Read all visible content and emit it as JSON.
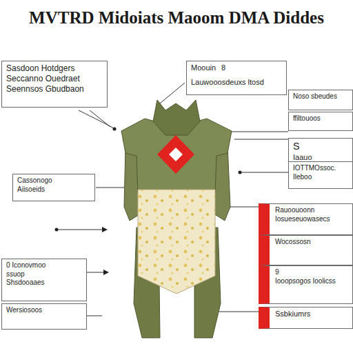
{
  "diagram": {
    "title": "MVTRD Midoiats Maoom DMA Diddes",
    "nodes": [
      {
        "text": [
          "Sasdoon Hotdgers",
          "Seccanno Ouedraet",
          "Seennsos Gbudbaon"
        ]
      },
      {
        "text": [
          "Moouin",
          "8",
          "Lauwooosdeuxs ltosd"
        ]
      },
      {
        "text": [
          "Noso sbeudes"
        ]
      },
      {
        "text": [
          "ffiltouoos"
        ]
      },
      {
        "text": [
          "S",
          "Iaauo"
        ]
      },
      {
        "text": [
          "IOTTMOssoc.",
          "Ileboo"
        ]
      },
      {
        "text": [
          "Cassonogo",
          "Aiisoeids"
        ]
      },
      {
        "text": [
          "Rauoouoonn",
          "Iosueseuowasecs"
        ]
      },
      {
        "text": [
          "Wocossosn"
        ]
      },
      {
        "text": [
          "9",
          "Iooopsogos Ioolicss"
        ]
      },
      {
        "text": [
          "Ssbkiumrs"
        ]
      },
      {
        "text": [
          "0 Iconovmoo",
          "ssuop",
          "Shsdooaaes"
        ]
      },
      {
        "text": [
          "Wersiosoos"
        ]
      }
    ]
  }
}
